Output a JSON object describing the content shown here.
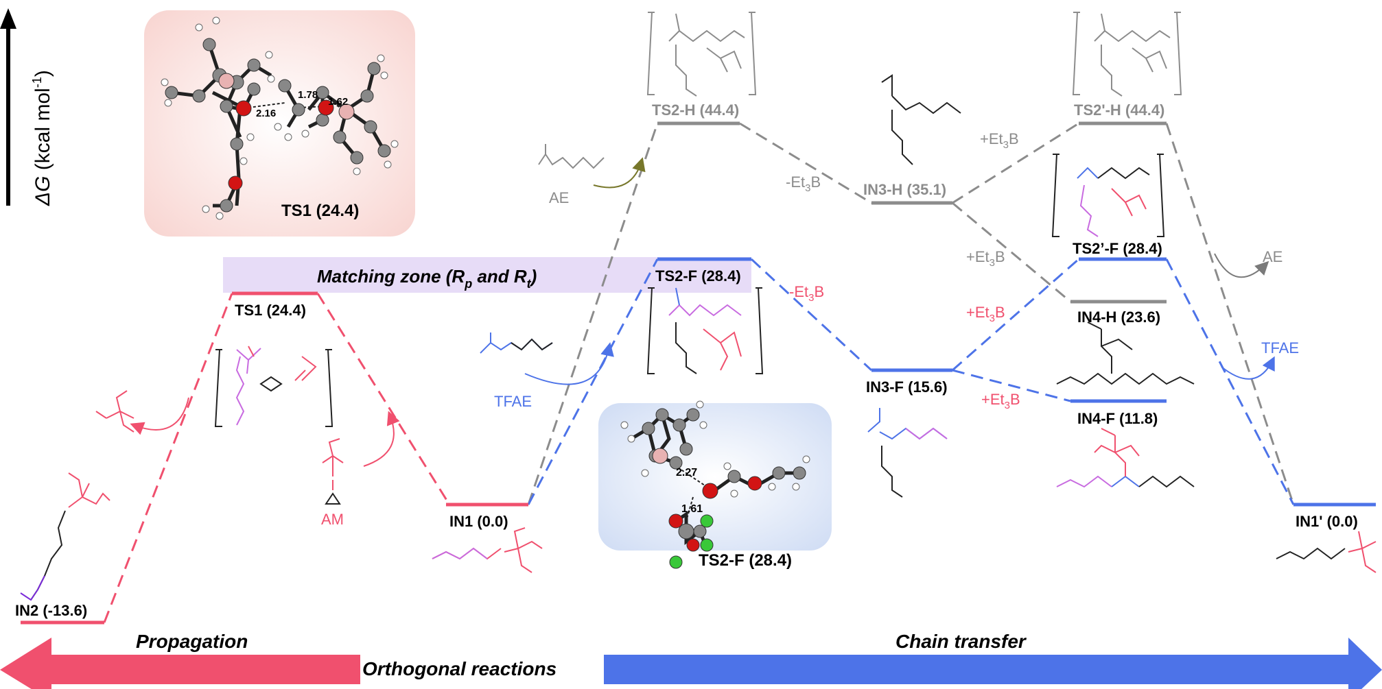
{
  "axis": {
    "label_prefix": "ΔG",
    "label_unit": "(kcal mol",
    "label_exp": "-1",
    "label_close": ")"
  },
  "colors": {
    "red": "#f0506e",
    "blue": "#4d73e8",
    "gray": "#8c8c8c",
    "dark": "#111111",
    "purple": "#c86be0",
    "matching_zone": "#e7dcf7",
    "olive": "#77772a"
  },
  "levels": {
    "in2": "IN2 (-13.6)",
    "ts1": "TS1 (24.4)",
    "in1": "IN1 (0.0)",
    "ts2h": "TS2-H (44.4)",
    "ts2f": "TS2-F (28.4)",
    "in3h": "IN3-H (35.1)",
    "in3f": "IN3-F (15.6)",
    "ts2ph": "TS2'-H (44.4)",
    "ts2pf": "TS2’-F (28.4)",
    "in4h": "IN4-H (23.6)",
    "in4f": "IN4-F (11.8)",
    "in1p": "IN1' (0.0)"
  },
  "matching_zone": {
    "text": "Matching zone (R",
    "sub1": "p",
    "mid": " and R",
    "sub2": "t",
    "end": ")"
  },
  "reagents": {
    "ae_left": "AE",
    "tfae_left": "TFAE",
    "am": "AM",
    "ae_right": "AE",
    "tfae_right": "TFAE",
    "et3b_minus_gray": "-Et",
    "et3b_minus_red": "-Et",
    "et3b_plus_gray1": "+Et",
    "et3b_plus_gray2": "+Et",
    "et3b_plus_red1": "+Et",
    "et3b_plus_red2": "+Et",
    "et3b_sub": "3",
    "et3b_b": "B"
  },
  "structures": {
    "ts1_label": "TS1 (24.4)",
    "ts1_d1": "2.16",
    "ts1_d2": "1.78",
    "ts1_d3": "1.62",
    "ts2f_label": "TS2-F (28.4)",
    "ts2f_d1": "2.27",
    "ts2f_d2": "1.61"
  },
  "arrows": {
    "left": "Propagation",
    "center": "Orthogonal reactions",
    "right": "Chain transfer"
  }
}
